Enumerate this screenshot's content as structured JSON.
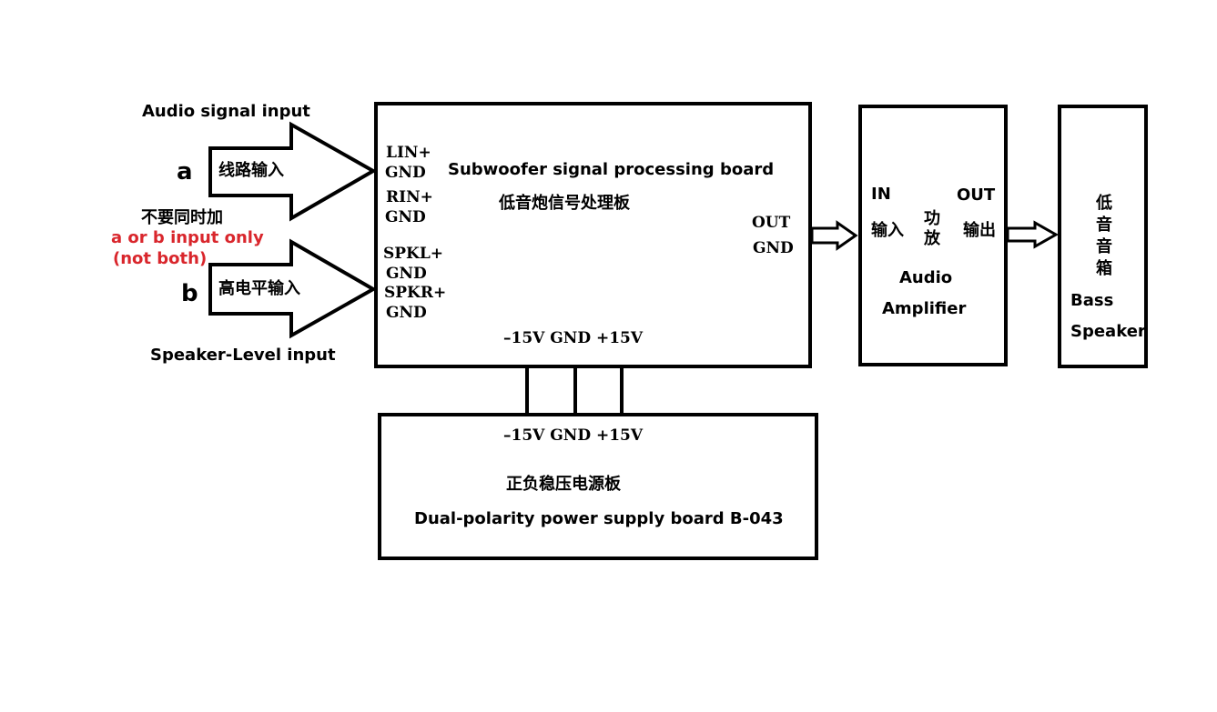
{
  "colors": {
    "line": "#000000",
    "warning": "#d9262c",
    "background": "#ffffff"
  },
  "inputs": {
    "audio_signal_label": "Audio signal input",
    "a": {
      "letter": "a",
      "text": "线路输入"
    },
    "not_simultaneous": "不要同时加",
    "warning_line1": "a or b input only",
    "warning_line2": "(not both)",
    "b": {
      "letter": "b",
      "text": "高电平输入"
    },
    "speaker_level_label": "Speaker-Level input"
  },
  "processing_board": {
    "title_en": "Subwoofer signal processing board",
    "title_cn": "低音炮信号处理板",
    "pins_left": [
      "LIN+",
      "GND",
      "RIN+",
      "GND",
      "SPKL+",
      "GND",
      "SPKR+",
      "GND"
    ],
    "out_label": "OUT",
    "out_gnd": "GND",
    "power_pins": "–15V GND +15V"
  },
  "amplifier": {
    "in_label": "IN",
    "in_cn": "输入",
    "amp_cn": "功放",
    "out_label": "OUT",
    "out_cn": "输出",
    "name_line1": "Audio",
    "name_line2": "Amplifier"
  },
  "speaker": {
    "name_cn": "低音音箱",
    "name_line1": "Bass",
    "name_line2": "Speaker"
  },
  "power_board": {
    "pins": "–15V GND +15V",
    "title_cn": "正负稳压电源板",
    "title_en": "Dual-polarity power supply board  B-043"
  }
}
